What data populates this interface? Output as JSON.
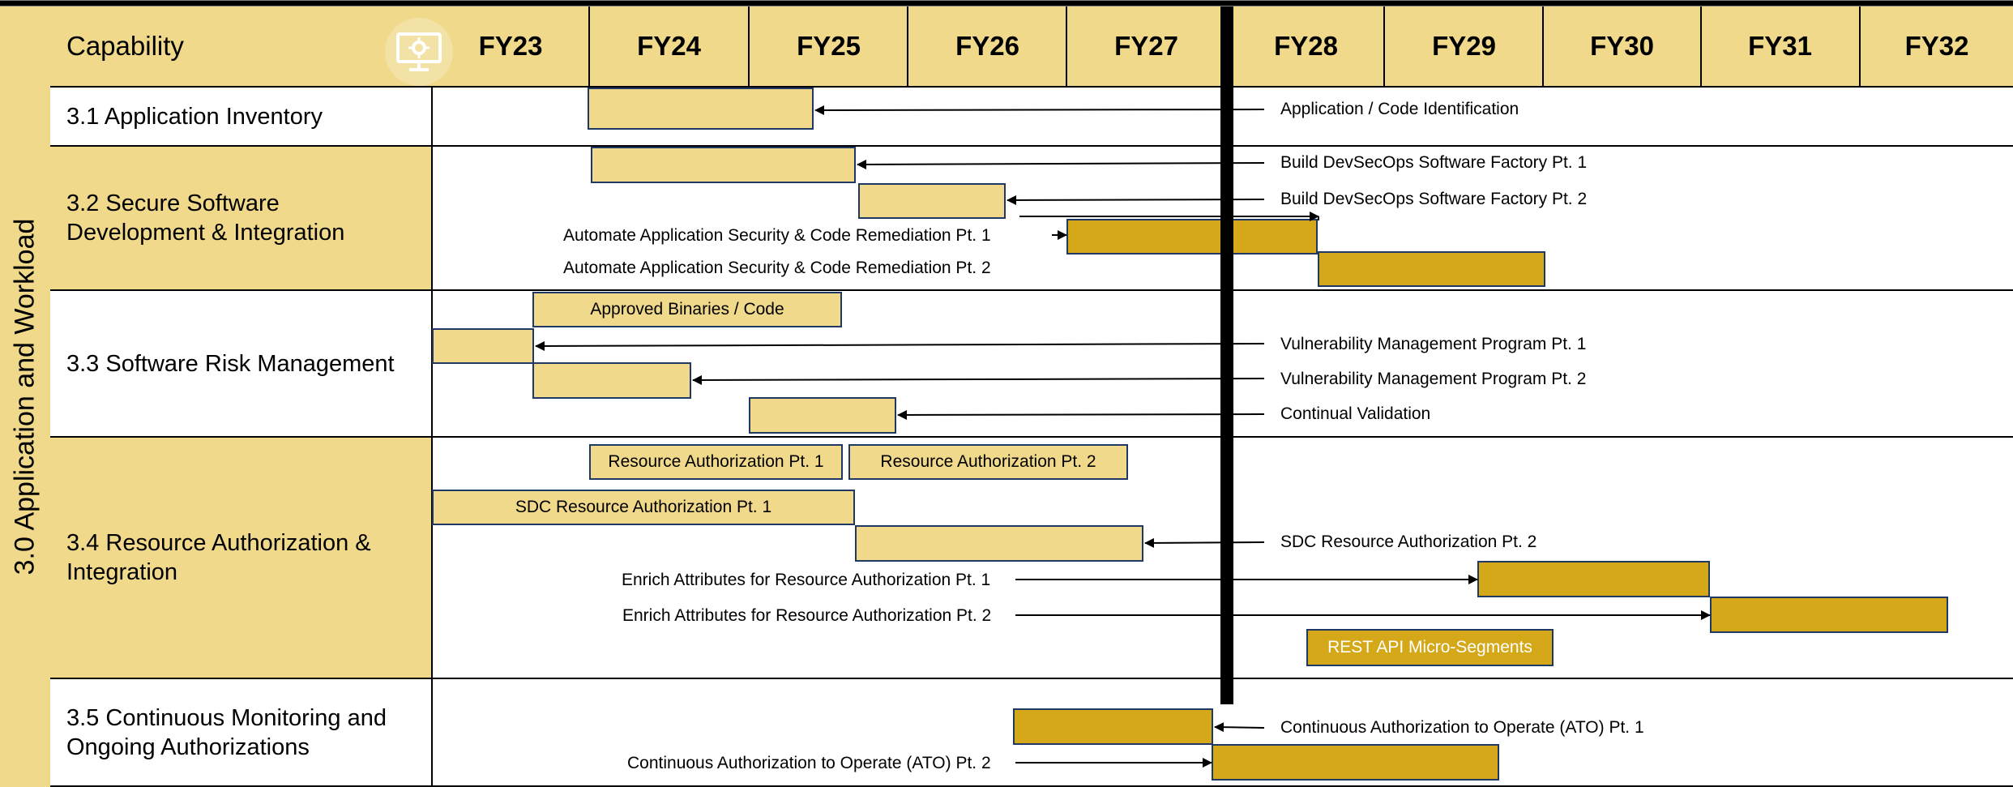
{
  "header": {
    "capability_label": "Capability",
    "years": [
      "FY23",
      "FY24",
      "FY25",
      "FY26",
      "FY27",
      "FY28",
      "FY29",
      "FY30",
      "FY31",
      "FY32"
    ],
    "icon": "gear-monitor-icon"
  },
  "side_title": "3.0 Application and Workload",
  "rows": [
    {
      "label": "3.1 Application Inventory"
    },
    {
      "label": "3.2 Secure Software Development & Integration"
    },
    {
      "label": "3.3 Software Risk Management"
    },
    {
      "label": "3.4 Resource Authorization & Integration"
    },
    {
      "label": "3.5 Continuous Monitoring and Ongoing Authorizations"
    }
  ],
  "activities": {
    "app_code_id": "Application / Code Identification",
    "build_devsecops_1": "Build DevSecOps Software Factory Pt. 1",
    "build_devsecops_2": "Build DevSecOps Software Factory Pt. 2",
    "automate_sec_1": "Automate Application Security & Code Remediation Pt. 1",
    "automate_sec_2": "Automate Application Security & Code Remediation Pt. 2",
    "approved_binaries": "Approved Binaries / Code",
    "vuln_mgmt_1": "Vulnerability Management Program Pt. 1",
    "vuln_mgmt_2": "Vulnerability Management Program Pt. 2",
    "continual_validation": "Continual Validation",
    "resource_auth_1": "Resource Authorization Pt. 1",
    "resource_auth_2": "Resource Authorization Pt. 2",
    "sdc_resource_auth_1": "SDC Resource Authorization Pt. 1",
    "sdc_resource_auth_2": "SDC Resource Authorization Pt. 2",
    "enrich_attr_1": "Enrich Attributes for Resource Authorization Pt. 1",
    "enrich_attr_2": "Enrich Attributes for Resource Authorization Pt. 2",
    "rest_api": "REST API Micro-Segments",
    "cato_1": "Continuous Authorization to Operate (ATO) Pt. 1",
    "cato_2": "Continuous Authorization to Operate (ATO) Pt. 2"
  },
  "colors": {
    "light_gold": "#F0D98A",
    "dark_gold": "#D4A819",
    "bar_border": "#1F3864"
  }
}
